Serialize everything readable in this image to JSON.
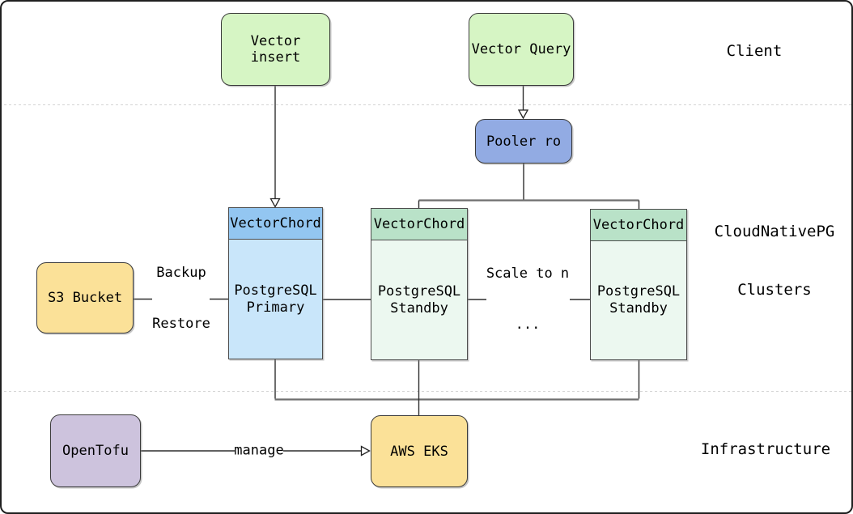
{
  "sections": {
    "client": {
      "label": "Client"
    },
    "clusters": {
      "line1": "CloudNativePG",
      "line2": "Clusters"
    },
    "infrastructure": {
      "label": "Infrastructure"
    }
  },
  "nodes": {
    "vector_insert": {
      "label": "Vector insert"
    },
    "vector_query": {
      "label": "Vector Query"
    },
    "pooler": {
      "label": "Pooler ro"
    },
    "primary": {
      "header": "VectorChord",
      "body_line1": "PostgreSQL",
      "body_line2": "Primary"
    },
    "standby_1": {
      "header": "VectorChord",
      "body_line1": "PostgreSQL",
      "body_line2": "Standby"
    },
    "standby_2": {
      "header": "VectorChord",
      "body_line1": "PostgreSQL",
      "body_line2": "Standby"
    },
    "s3_bucket": {
      "label": "S3 Bucket"
    },
    "opentofu": {
      "label": "OpenTofu"
    },
    "aws_eks": {
      "label": "AWS EKS"
    }
  },
  "edges": {
    "backup_restore": {
      "line1": "Backup",
      "line2": "Restore"
    },
    "scale_to_n": {
      "line1": "Scale to n",
      "line2": "..."
    },
    "manage": {
      "label": "manage"
    }
  },
  "colors": {
    "client_node_fill": "#d6f5c4",
    "pooler_node_fill": "#92abe3",
    "primary_header_fill": "#93c6f1",
    "primary_body_fill": "#c9e6fa",
    "standby_header_fill": "#b9e2c8",
    "standby_body_fill": "#ecf8f0",
    "storage_node_fill": "#fbe198",
    "opentofu_node_fill": "#cdc3dd",
    "node_border": "#3a3a3a",
    "connector_line": "#2f2f2f",
    "bus_line": "#6f6f6f",
    "separator_line": "#d4d4d4"
  }
}
